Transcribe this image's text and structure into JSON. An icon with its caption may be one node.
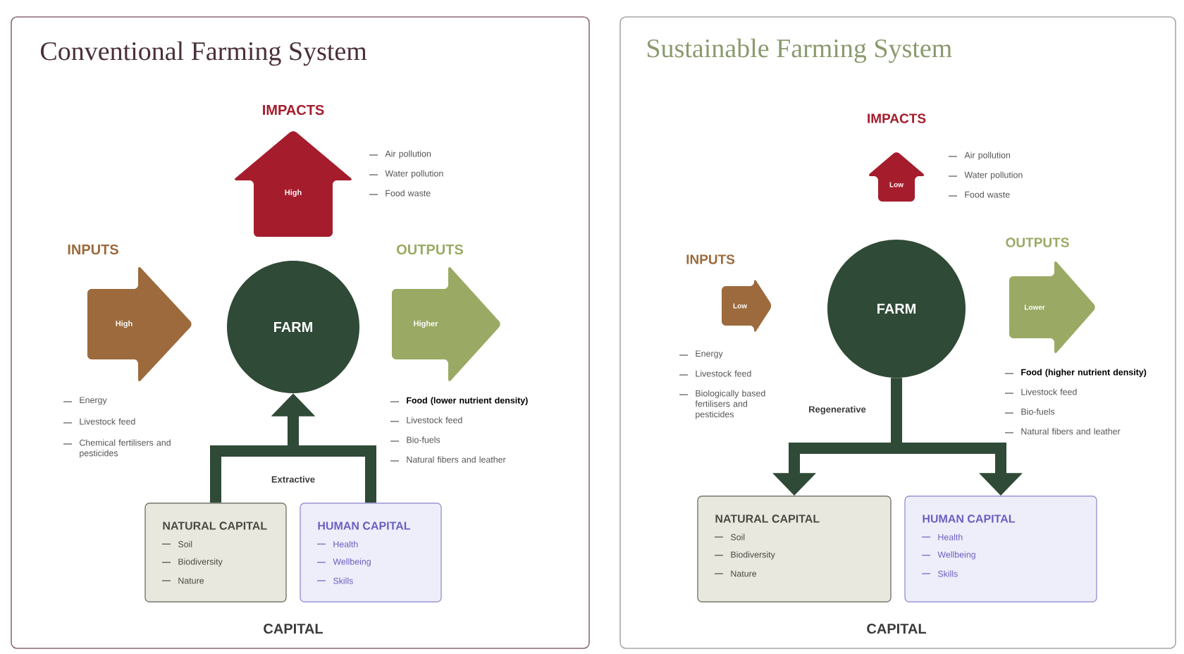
{
  "diagram": {
    "nodes": [
      {
        "text": [
          "Conventional Farming System"
        ]
      },
      {
        "text": [
          "IMPACTS",
          "High"
        ],
        "in": 0,
        "beside": [
          "Air pollution",
          "Water pollution",
          "Food waste"
        ]
      },
      {
        "text": [
          "INPUTS",
          "High"
        ],
        "in": 0,
        "beside": [
          "Energy",
          "Livestock feed",
          "Chemical fertilisers and pesticides"
        ]
      },
      {
        "text": [
          "FARM"
        ],
        "in": 0
      },
      {
        "text": [
          "OUTPUTS",
          "Higher"
        ],
        "in": 0,
        "beside": [
          "Food (lower nutrient density)",
          "Livestock feed",
          "Bio-fuels",
          "Natural fibers and leather"
        ]
      },
      {
        "text": [
          "NATURAL CAPITAL",
          "Soil",
          "Biodiversity",
          "Nature"
        ],
        "in": 0
      },
      {
        "text": [
          "HUMAN CAPITAL",
          "Health",
          "Wellbeing",
          "Skills"
        ],
        "in": 0
      },
      {
        "text": [
          "Sustainable Farming System"
        ]
      },
      {
        "text": [
          "IMPACTS",
          "Low"
        ],
        "in": 7,
        "beside": [
          "Air pollution",
          "Water pollution",
          "Food waste"
        ]
      },
      {
        "text": [
          "INPUTS",
          "Low"
        ],
        "in": 7,
        "beside": [
          "Energy",
          "Livestock feed",
          "Biologically based fertilisers and pesticides"
        ]
      },
      {
        "text": [
          "FARM"
        ],
        "in": 7
      },
      {
        "text": [
          "OUTPUTS",
          "Lower"
        ],
        "in": 7,
        "beside": [
          "Food (higher nutrient density)",
          "Livestock feed",
          "Bio-fuels",
          "Natural fibers and leather"
        ]
      },
      {
        "text": [
          "NATURAL CAPITAL",
          "Soil",
          "Biodiversity",
          "Nature"
        ],
        "in": 7
      },
      {
        "text": [
          "HUMAN CAPITAL",
          "Health",
          "Wellbeing",
          "Skills"
        ],
        "in": 7
      }
    ],
    "edges": [
      {
        "from": 5,
        "to": 3,
        "arrow": "to"
      },
      {
        "from": 6,
        "to": 3,
        "arrow": "to"
      },
      {
        "from": 10,
        "to": 12,
        "arrow": "to"
      },
      {
        "from": 10,
        "to": 13,
        "arrow": "to"
      }
    ],
    "labels": [
      "Extractive",
      "CAPITAL",
      "Regenerative",
      "CAPITAL"
    ]
  }
}
